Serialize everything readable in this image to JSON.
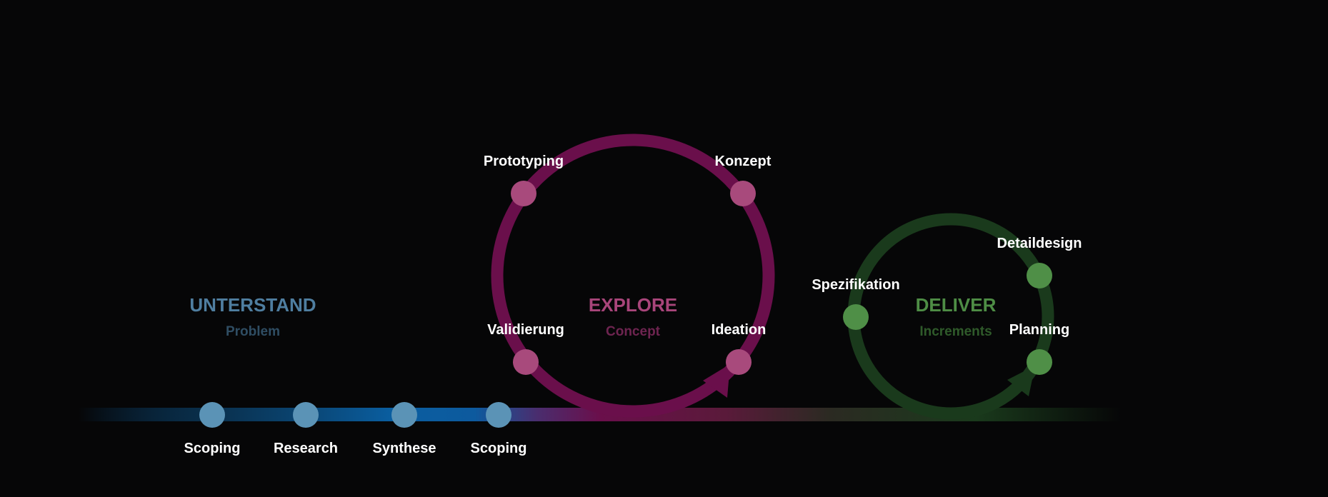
{
  "phases": {
    "understand": {
      "title": "UNTERSTAND",
      "subtitle": "Problem"
    },
    "explore": {
      "title": "EXPLORE",
      "subtitle": "Concept"
    },
    "deliver": {
      "title": "DELIVER",
      "subtitle": "Increments"
    }
  },
  "steps": {
    "understand": [
      "Scoping",
      "Research",
      "Synthese",
      "Scoping"
    ],
    "explore": {
      "prototyping": "Prototyping",
      "konzept": "Konzept",
      "validierung": "Validierung",
      "ideation": "Ideation"
    },
    "deliver": {
      "spezifikation": "Spezifikation",
      "detaildesign": "Detaildesign",
      "planning": "Planning"
    }
  },
  "colors": {
    "background": "#060607",
    "understand_node": "#5b93b6",
    "understand_title": "#4f7ea0",
    "understand_subtitle": "#2f4d63",
    "explore_ring": "#6a0f4b",
    "explore_node": "#a84a7c",
    "explore_title": "#a8457a",
    "explore_subtitle": "#6e2450",
    "deliver_ring": "#1a3a1c",
    "deliver_node": "#4f8f47",
    "deliver_title": "#4e8d45",
    "deliver_subtitle": "#2f5a2a",
    "line_blue": "#0a5ea0",
    "label": "#ffffff"
  }
}
